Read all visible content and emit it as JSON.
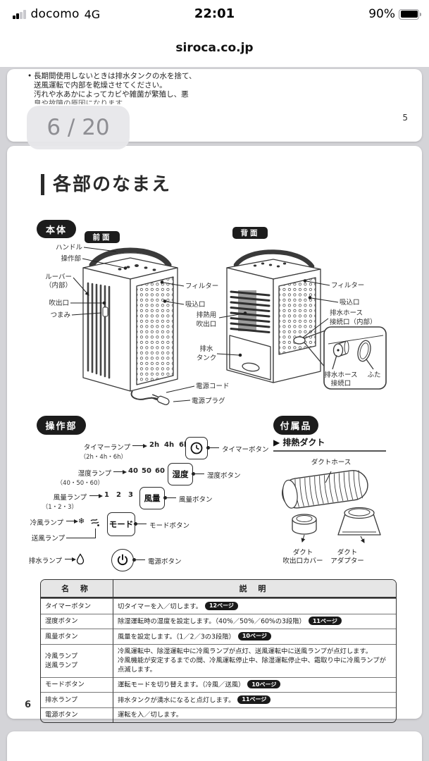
{
  "status_bar": {
    "carrier": "docomo",
    "network": "4G",
    "time": "22:01",
    "battery_percent": "90%"
  },
  "browser": {
    "site": "siroca.co.jp"
  },
  "overlay": {
    "page_indicator": "6 / 20"
  },
  "page5": {
    "bullet": "•",
    "line1": "長期間使用しないときは排水タンクの水を捨て、",
    "line2": "送風運転で内部を乾燥させてください。",
    "line3": "汚れや水あかによってカビや雑菌が繁殖し、悪",
    "line4": "臭や故障の原因になります。",
    "page_number": "5"
  },
  "page6": {
    "page_number": "6",
    "title": "各部のなまえ",
    "body": {
      "badge": "本体",
      "front": "前面",
      "back": "背面",
      "labels": {
        "handle": "ハンドル",
        "control": "操作部",
        "louver1": "ルーバー",
        "louver2": "（内部）",
        "outlet": "吹出口",
        "knob": "つまみ",
        "filter_f": "フィルター",
        "inlet_f": "吸込口",
        "exhaust1": "排熱用",
        "exhaust2": "吹出口",
        "tank1": "排水",
        "tank2": "タンク",
        "cord": "電源コード",
        "plug": "電源プラグ",
        "filter_b": "フィルター",
        "inlet_b": "吸込口",
        "hose1": "排水ホース",
        "hose2": "接続口（内部）",
        "inset_hose1": "排水ホース",
        "inset_hose2": "接続口",
        "inset_lid": "ふた"
      }
    },
    "controls": {
      "badge": "操作部",
      "timer": {
        "lamp": "タイマーランプ",
        "sub": "（2h・4h・6h）",
        "v1": "2h",
        "v2": "4h",
        "v3": "6h",
        "button": "タイマーボタン"
      },
      "humidity": {
        "lamp": "湿度ランプ",
        "sub": "（40・50・60）",
        "v1": "40",
        "v2": "50",
        "v3": "60",
        "face": "湿度",
        "button": "湿度ボタン"
      },
      "fan": {
        "lamp": "風量ランプ",
        "sub": "（1・2・3）",
        "v1": "1",
        "v2": "2",
        "v3": "3",
        "face": "風量",
        "button": "風量ボタン"
      },
      "mode": {
        "lamp_cool": "冷風ランプ",
        "lamp_fan": "送風ランプ",
        "snow": "❄",
        "face": "モード",
        "button": "モードボタン"
      },
      "power": {
        "lamp": "排水ランプ",
        "button": "電源ボタン"
      }
    },
    "accessories": {
      "badge": "付属品",
      "marker": "▶",
      "heading": "排熱ダクト",
      "hose": "ダクトホース",
      "cover1": "ダクト",
      "cover2": "吹出口カバー",
      "adapter1": "ダクト",
      "adapter2": "アダプター"
    },
    "table": {
      "col_name": "名 称",
      "col_desc": "説 明",
      "rows": [
        {
          "name": "タイマーボタン",
          "desc": "切タイマーを入／切します。",
          "badge": "12ページ",
          "desc2": ""
        },
        {
          "name": "湿度ボタン",
          "desc": "除湿運転時の湿度を設定します。（40%／50%／60%の3段階）",
          "badge": "11ページ",
          "desc2": ""
        },
        {
          "name": "風量ボタン",
          "desc": "風量を設定します。（1／2／3の3段階）",
          "badge": "10ページ",
          "desc2": ""
        },
        {
          "name": "冷風ランプ\n送風ランプ",
          "desc": "冷風運転中、除湿運転中に冷風ランプが点灯、送風運転中に送風ランプが点灯します。",
          "badge": "",
          "desc2": "冷風機能が安定するまでの間、冷風運転停止中、除湿運転停止中、霜取り中に冷風ランプが点滅します。"
        },
        {
          "name": "モードボタン",
          "desc": "運転モードを切り替えます。（冷風／送風）",
          "badge": "10ページ",
          "desc2": ""
        },
        {
          "name": "排水ランプ",
          "desc": "排水タンクが満水になると点灯します。",
          "badge": "11ページ",
          "desc2": ""
        },
        {
          "name": "電源ボタン",
          "desc": "運転を入／切します。",
          "badge": "",
          "desc2": ""
        }
      ]
    }
  }
}
